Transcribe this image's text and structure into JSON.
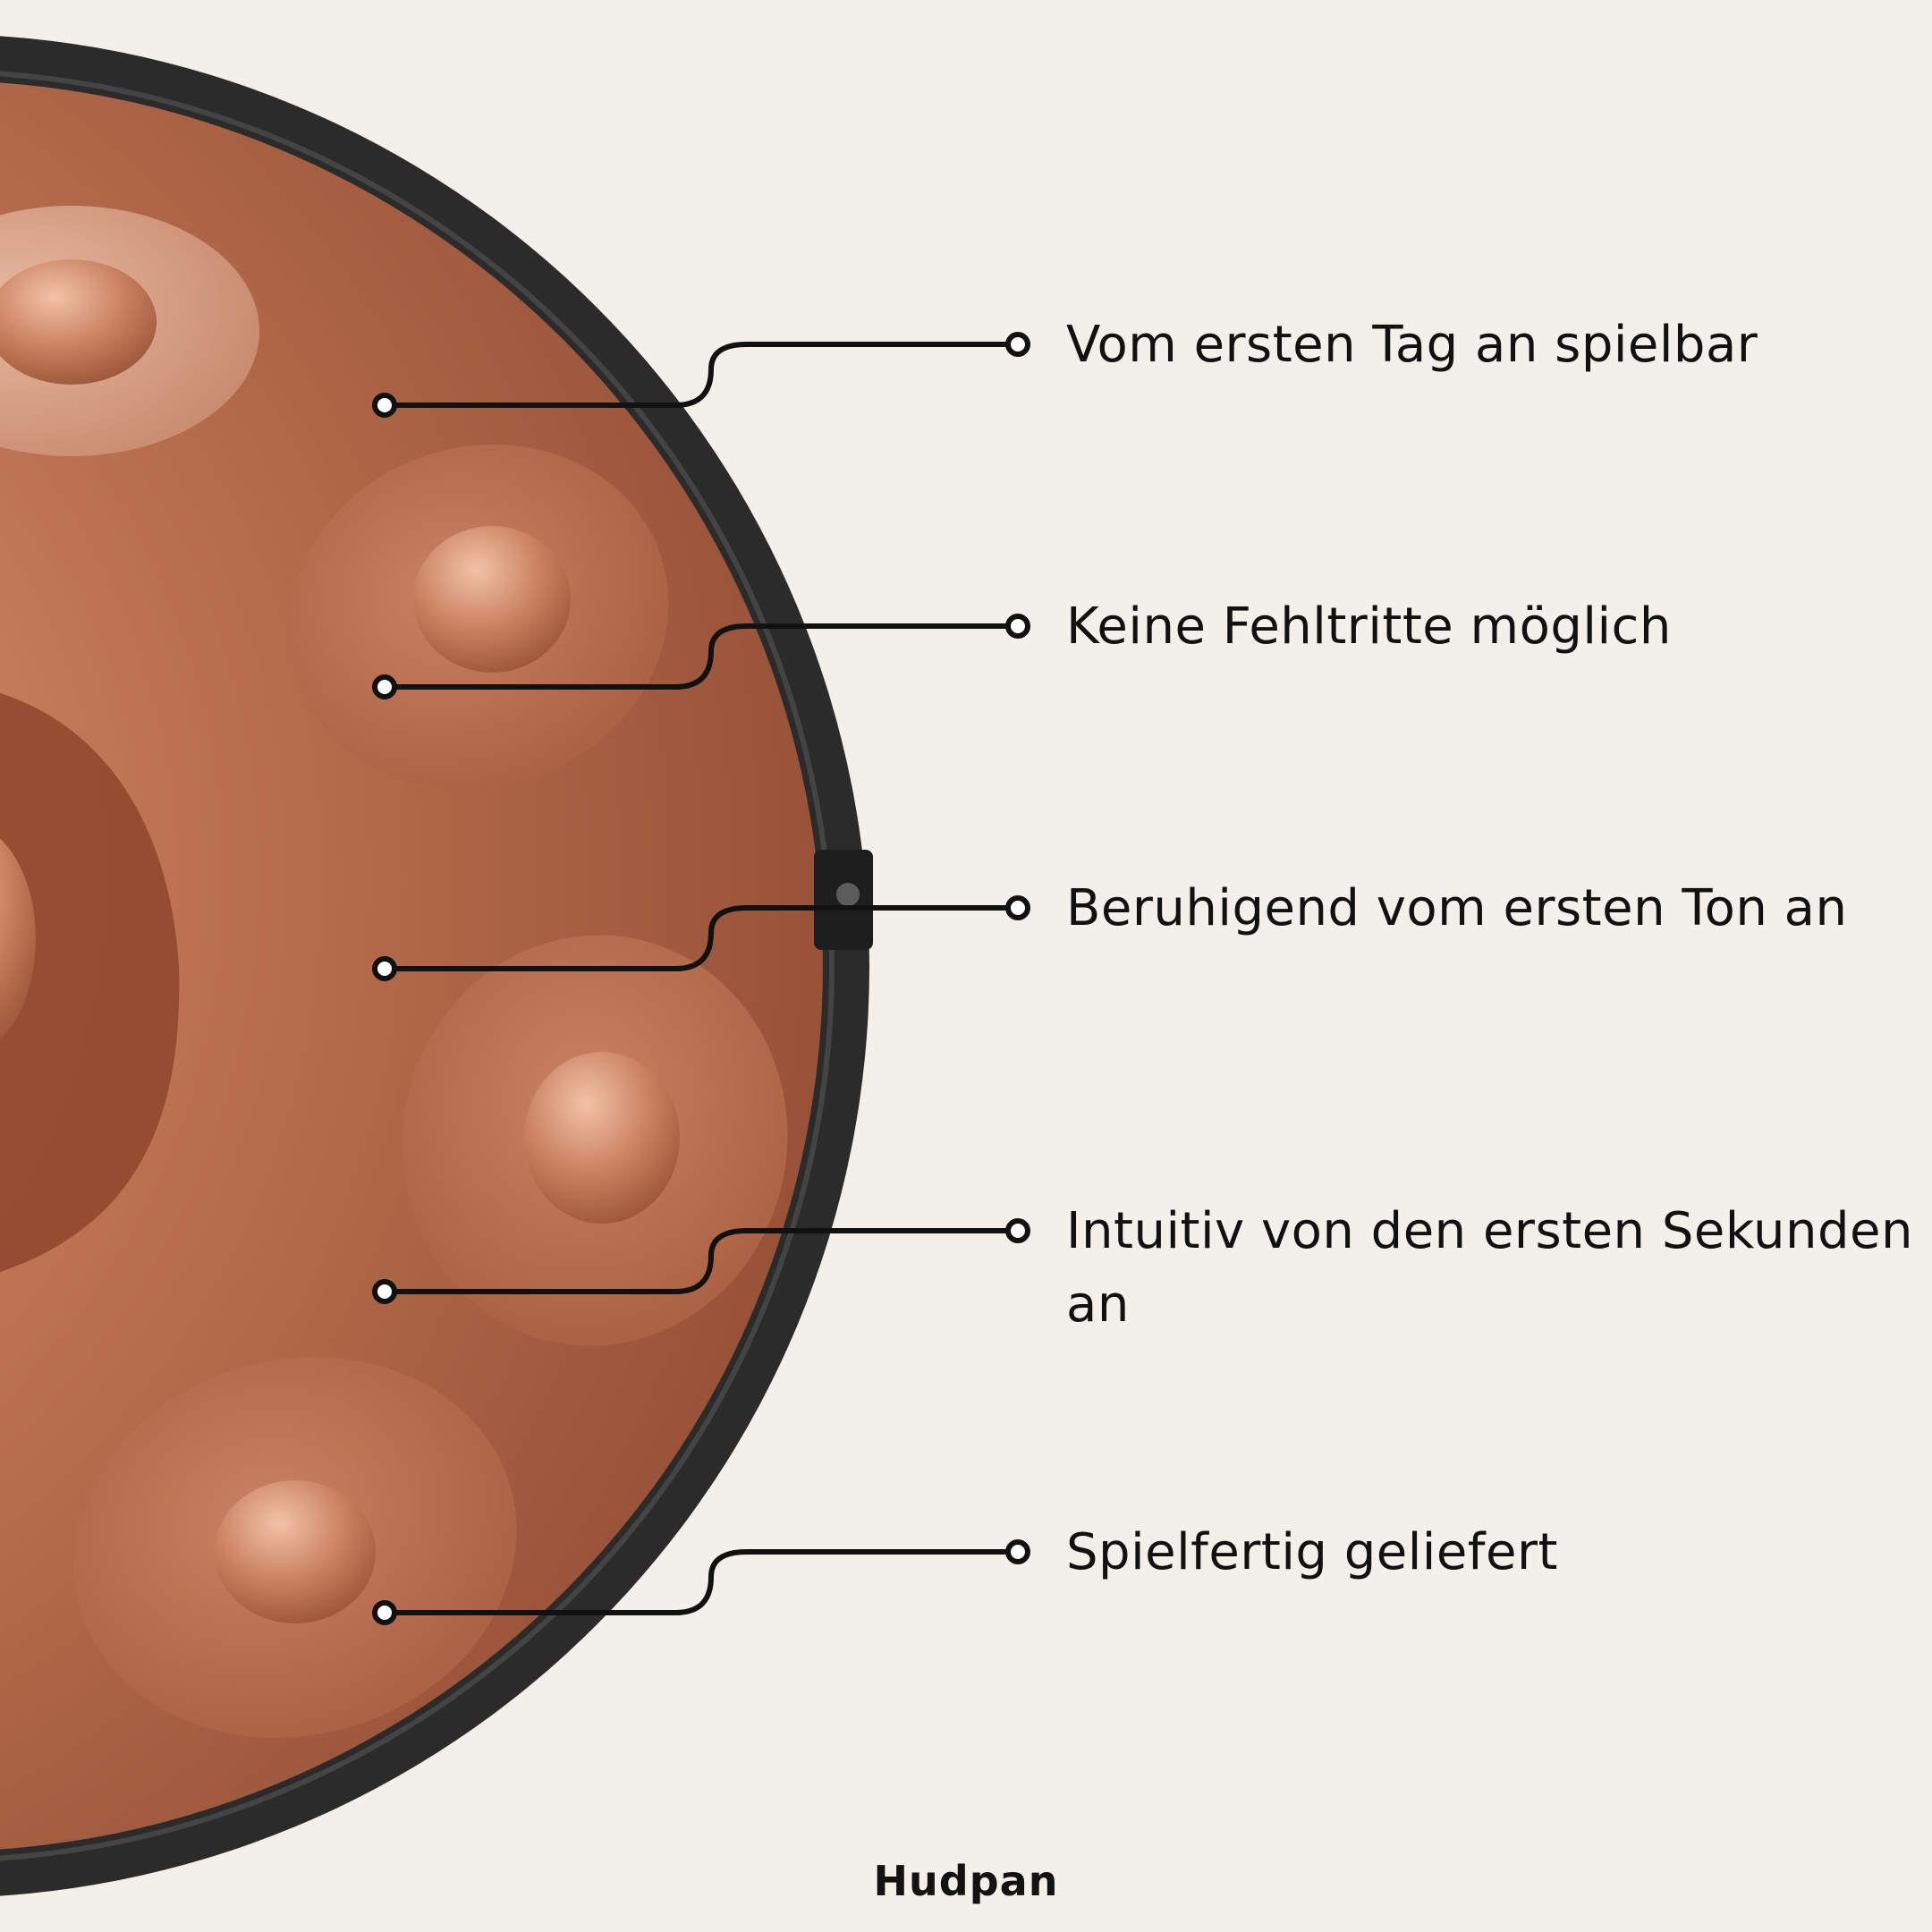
{
  "features": [
    "Vom ersten Tag an spielbar",
    "Keine Fehltritte möglich",
    "Beruhigend vom ersten Ton an",
    "Intuitiv von den ersten Sekunden an",
    "Spielfertig geliefert"
  ],
  "brand": "Hudpan",
  "colors": {
    "background": "#f3efeb",
    "drum": "#b4684a",
    "rim": "#2b2b2b",
    "ink": "#111111"
  }
}
